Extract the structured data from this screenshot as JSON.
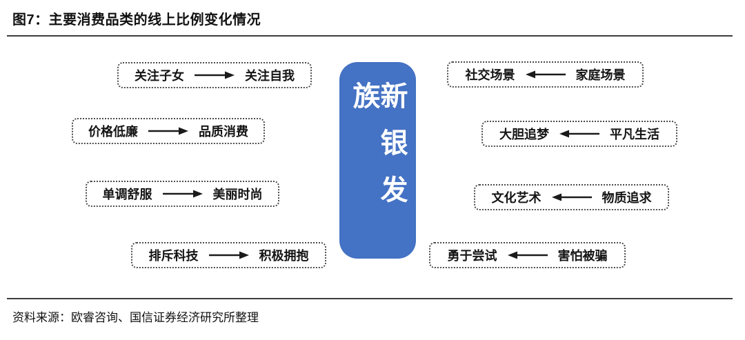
{
  "title": "图7：主要消费品类的线上比例变化情况",
  "source": "资料来源：欧睿咨询、国信证券经济研究所整理",
  "center": {
    "label": "新银发族",
    "bg_color": "#4472C4",
    "text_color": "#FFFFFF"
  },
  "colors": {
    "box_border": "#4A4A4A",
    "arrow": "#1A1A1A",
    "rule": "#3D3D3D",
    "text": "#141414"
  },
  "boxes": [
    {
      "side": "left",
      "left_text": "关注子女",
      "right_text": "关注自我",
      "arrow": "right"
    },
    {
      "side": "left",
      "left_text": "价格低廉",
      "right_text": "品质消费",
      "arrow": "right"
    },
    {
      "side": "left",
      "left_text": "单调舒服",
      "right_text": "美丽时尚",
      "arrow": "right"
    },
    {
      "side": "left",
      "left_text": "排斥科技",
      "right_text": "积极拥抱",
      "arrow": "right"
    },
    {
      "side": "right",
      "left_text": "社交场景",
      "right_text": "家庭场景",
      "arrow": "left"
    },
    {
      "side": "right",
      "left_text": "大胆追梦",
      "right_text": "平凡生活",
      "arrow": "left"
    },
    {
      "side": "right",
      "left_text": "文化艺术",
      "right_text": "物质追求",
      "arrow": "left"
    },
    {
      "side": "right",
      "left_text": "勇于尝试",
      "right_text": "害怕被骗",
      "arrow": "left"
    }
  ]
}
